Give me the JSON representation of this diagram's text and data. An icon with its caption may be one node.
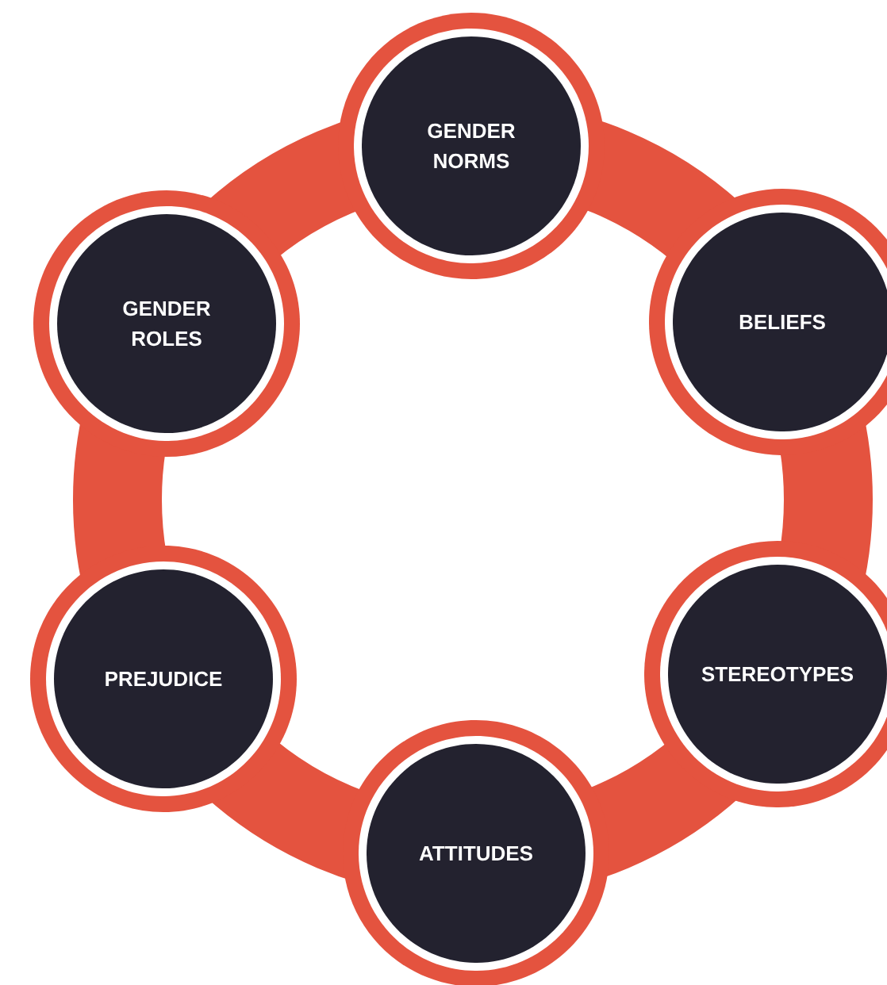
{
  "diagram": {
    "nodes": [
      {
        "text": [
          "GENDER NORMS"
        ]
      },
      {
        "text": [
          "BELIEFS"
        ]
      },
      {
        "text": [
          "STEREOTYPES"
        ]
      },
      {
        "text": [
          "ATTITUDES"
        ]
      },
      {
        "text": [
          "PREJUDICE"
        ]
      },
      {
        "text": [
          "GENDER ROLES"
        ]
      }
    ]
  }
}
